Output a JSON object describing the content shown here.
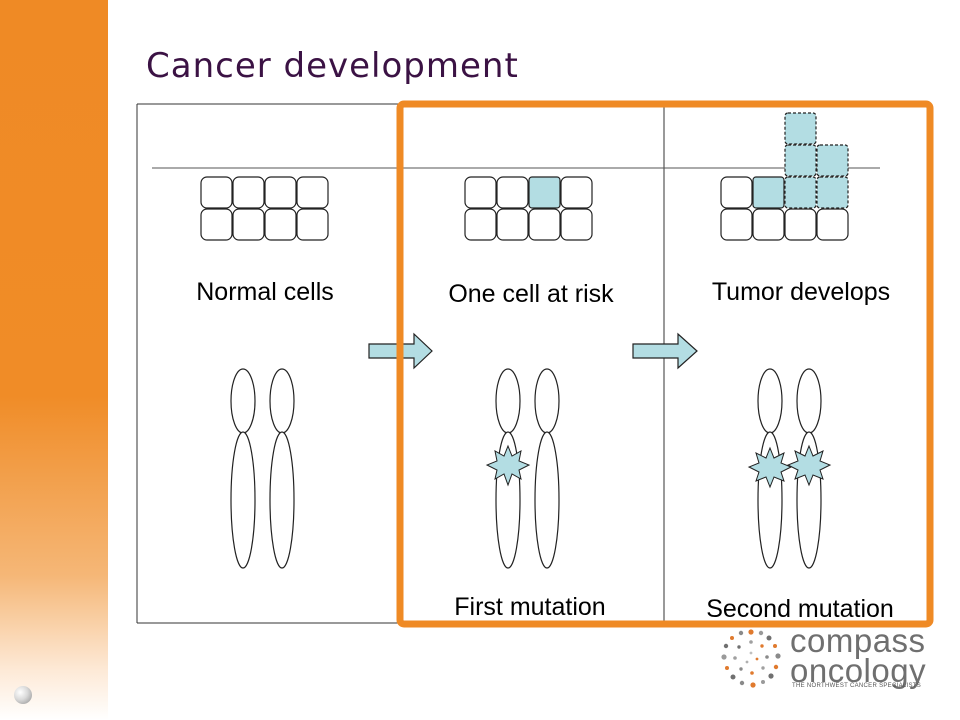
{
  "slide": {
    "title": "Cancer development",
    "colors": {
      "accent_orange": "#ef8a25",
      "title_purple": "#3b1244",
      "mutated_cell": "#b3dde3",
      "arrow_fill": "#b3dde3"
    }
  },
  "stages": [
    {
      "label": "Normal cells",
      "mutated_cells": 0
    },
    {
      "label": "One cell at risk",
      "mutated_cells": 1,
      "caption": "First mutation"
    },
    {
      "label": "Tumor develops",
      "mutated_cells": 6,
      "caption": "Second mutation"
    }
  ],
  "logo": {
    "word1": "compass",
    "word2": "oncology",
    "tagline": "THE NORTHWEST CANCER SPECIALISTS",
    "icon": "dotted-compass-ring-icon"
  }
}
